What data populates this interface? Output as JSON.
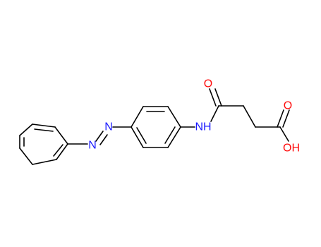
{
  "diagram": {
    "type": "chemical-structure",
    "colors": {
      "carbon_bond": "#000000",
      "nitrogen": "#1a1aff",
      "oxygen": "#ff0d0d"
    },
    "atom_labels": {
      "azo_n1": "N",
      "azo_n2": "N",
      "amide_nh": "NH",
      "amide_o": "O",
      "acid_o": "O",
      "acid_oh": "OH"
    }
  }
}
